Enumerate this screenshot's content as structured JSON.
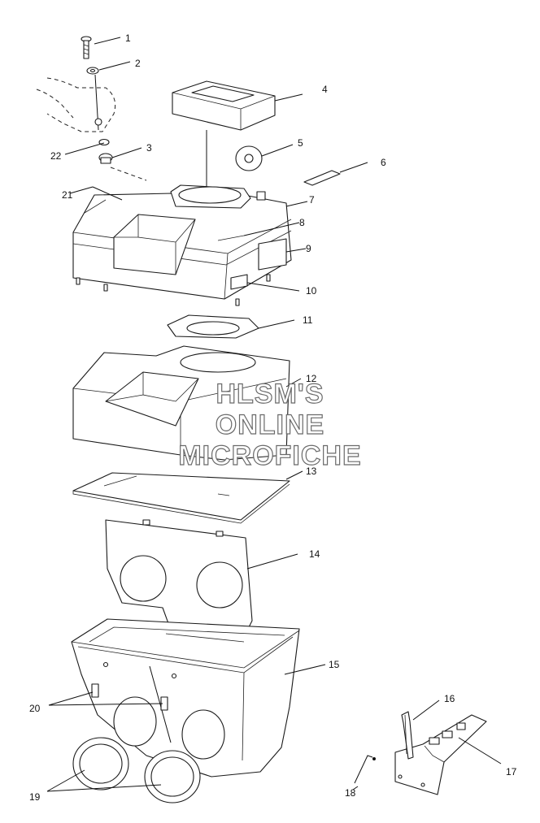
{
  "watermark": [
    "HLSM'S",
    "ONLINE",
    "MICROFICHE"
  ],
  "callouts": [
    "1",
    "2",
    "3",
    "4",
    "5",
    "6",
    "7",
    "8",
    "9",
    "10",
    "11",
    "12",
    "13",
    "14",
    "15",
    "16",
    "17",
    "18",
    "19",
    "20",
    "21",
    "22"
  ]
}
